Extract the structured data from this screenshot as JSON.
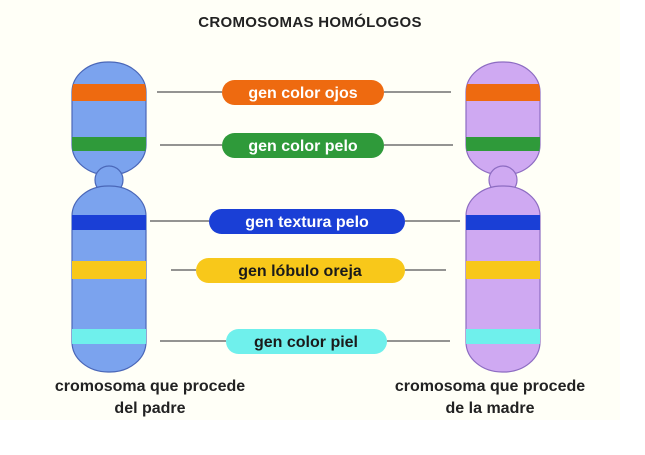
{
  "title": "CROMOSOMAS HOMÓLOGOS",
  "chromosomes": {
    "father": {
      "caption_line1": "cromosoma que procede",
      "caption_line2": "del padre",
      "body_color": "#7ba3ee"
    },
    "mother": {
      "caption_line1": "cromosoma que procede",
      "caption_line2": "de la madre",
      "body_color": "#cfa9f2"
    }
  },
  "genes": [
    {
      "label": "gen color ojos",
      "color": "#ee6a10",
      "text_color": "#ffffff"
    },
    {
      "label": "gen color pelo",
      "color": "#2f9a3a",
      "text_color": "#ffffff"
    },
    {
      "label": "gen textura pelo",
      "color": "#1a3fd6",
      "text_color": "#ffffff"
    },
    {
      "label": "gen lóbulo oreja",
      "color": "#f8c81a",
      "text_color": "#1a1a1a"
    },
    {
      "label": "gen color piel",
      "color": "#6ff0ec",
      "text_color": "#1a1a1a"
    }
  ]
}
